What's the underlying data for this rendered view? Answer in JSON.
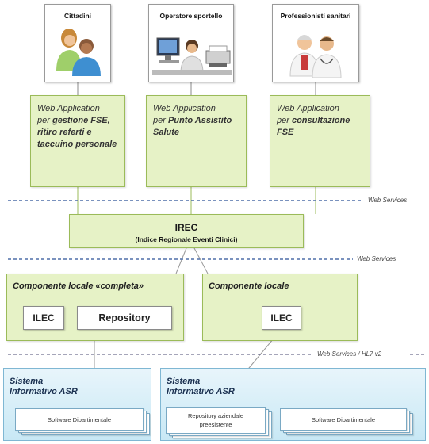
{
  "actors": {
    "cittadini": "Cittadini",
    "operatore": "Operatore sportello",
    "professionisti": "Professionisti sanitari"
  },
  "webapps": [
    {
      "line1": "Web Application",
      "line2_prefix": "per ",
      "line2_bold": "gestione FSE,",
      "line3": "ritiro referti e",
      "line4": "taccuino personale"
    },
    {
      "line1": "Web Application",
      "line2_prefix": "per ",
      "line2_bold": "Punto Assistito",
      "line3": "Salute",
      "line4": ""
    },
    {
      "line1": "Web Application",
      "line2_prefix": "per ",
      "line2_bold": "consultazione",
      "line3": "FSE",
      "line4": ""
    }
  ],
  "irec": {
    "title": "IREC",
    "subtitle": "(Indice Regionale Eventi Clinici)"
  },
  "web_services_labels": [
    "Web Services",
    "Web Services",
    "Web Services / HL7 v2"
  ],
  "components": {
    "left": {
      "title": "Componente locale «completa»",
      "ilec": "ILEC",
      "repository": "Repository"
    },
    "right": {
      "title": "Componente locale",
      "ilec": "ILEC"
    }
  },
  "sistemi": {
    "left": {
      "title_line1": "Sistema",
      "title_line2": "Informativo ASR",
      "doc": "Software Dipartimentale"
    },
    "right": {
      "title_line1": "Sistema",
      "title_line2": "Informativo ASR",
      "doc1_line1": "Repository aziendale",
      "doc1_line2": "preesistente",
      "doc2": "Software Dipartimentale"
    }
  },
  "colors": {
    "green_fill": "#e6f2c6",
    "green_border": "#9bbb59",
    "blue_fill": "#c8e8f5",
    "dash_line": "#4f6fa8"
  }
}
